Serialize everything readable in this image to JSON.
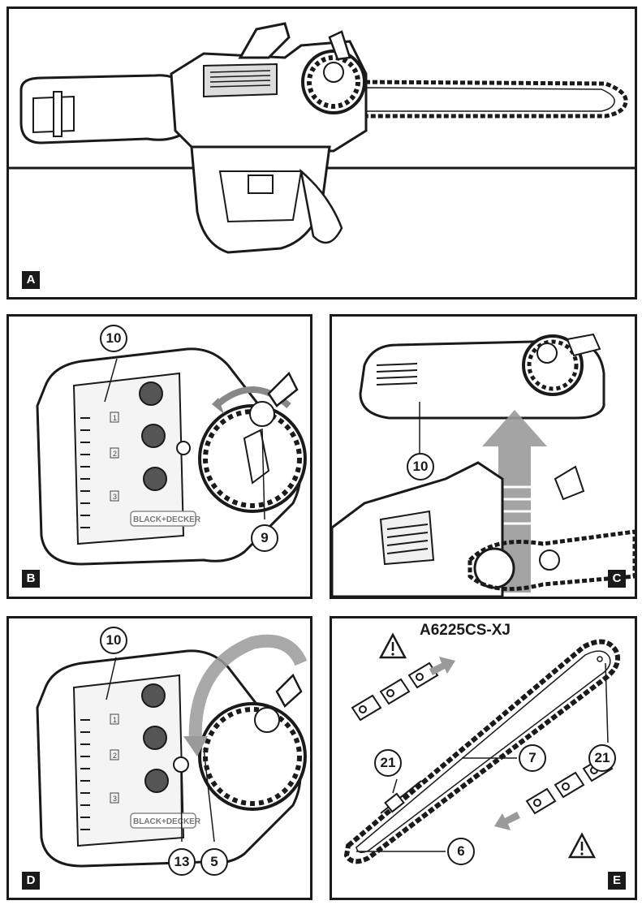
{
  "panels": {
    "A": {
      "label": "A"
    },
    "B": {
      "label": "B",
      "callouts": [
        "10",
        "9"
      ],
      "brand": "BLACK+DECKER",
      "steps": [
        "1",
        "2",
        "3"
      ]
    },
    "C": {
      "label": "C",
      "callouts": [
        "10"
      ]
    },
    "D": {
      "label": "D",
      "callouts": [
        "10",
        "13",
        "5"
      ],
      "brand": "BLACK+DECKER",
      "steps": [
        "1",
        "2",
        "3"
      ]
    },
    "E": {
      "label": "E",
      "model": "A6225CS-XJ",
      "callouts": [
        "21",
        "7",
        "21",
        "6"
      ]
    }
  },
  "icons": [
    "warning-triangle-icon",
    "arrow-icon"
  ],
  "colors": {
    "line": "#1a1a1a",
    "arrow_fill": "#9a9a9a",
    "background": "#ffffff"
  }
}
